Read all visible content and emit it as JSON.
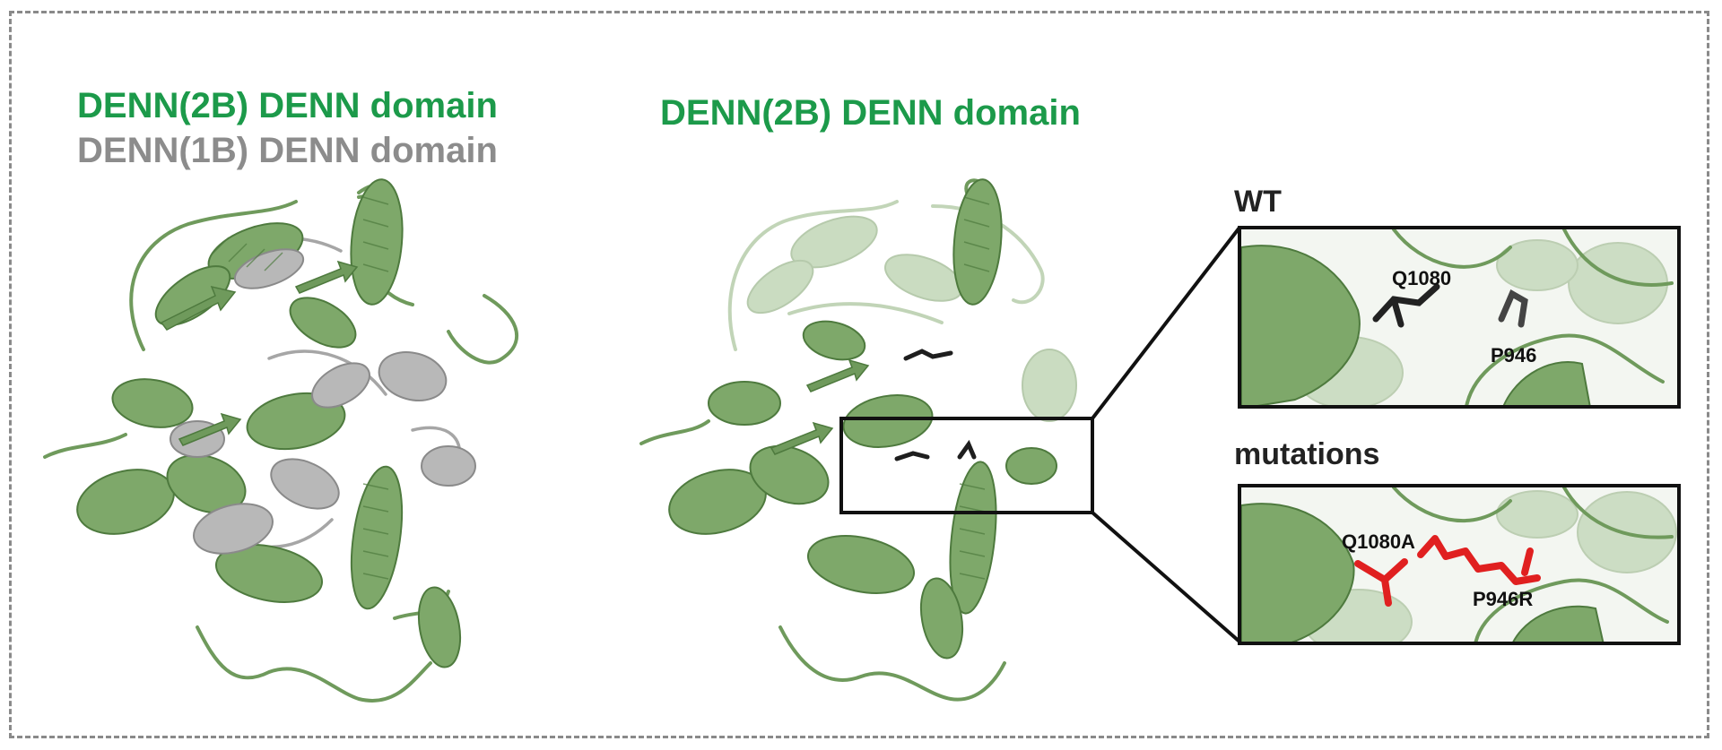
{
  "left_panel": {
    "title_line1": "DENN(2B) DENN domain",
    "title_line2": "DENN(1B) DENN domain"
  },
  "center_panel": {
    "title": "DENN(2B) DENN domain"
  },
  "inset_wt": {
    "heading": "WT",
    "residue_a": "Q1080",
    "residue_b": "P946"
  },
  "inset_mut": {
    "heading": "mutations",
    "residue_a": "Q1080A",
    "residue_b": "P946R"
  },
  "colors": {
    "protein_green": "#6f9a5c",
    "protein_grey": "#a6a6a6",
    "label_green": "#1c9a4a",
    "label_grey": "#8c8c8c",
    "wt_residue": "#222222",
    "mutant_residue": "#e02020"
  }
}
